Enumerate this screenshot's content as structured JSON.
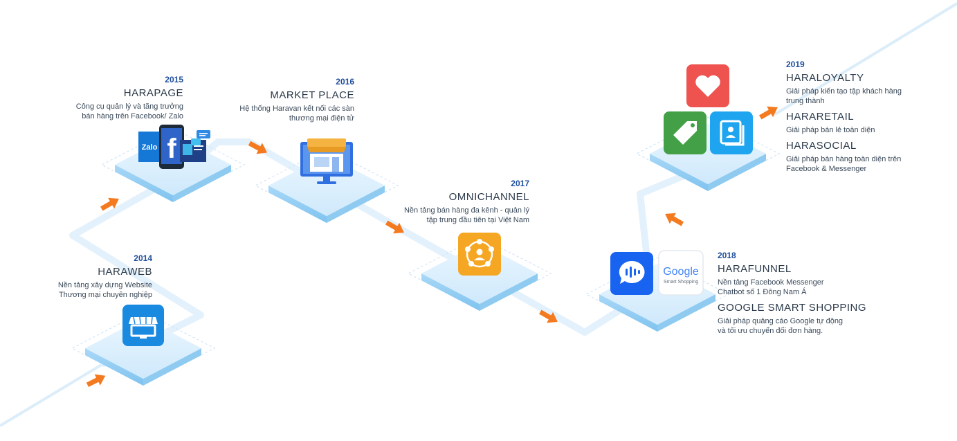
{
  "milestones": {
    "m2014": {
      "year": "2014",
      "products": [
        {
          "name": "HARAWEB",
          "desc": [
            "Nền tảng xây dựng Website",
            "Thương mại chuyên nghiệp"
          ]
        }
      ]
    },
    "m2015": {
      "year": "2015",
      "products": [
        {
          "name": "HARAPAGE",
          "desc": [
            "Công cụ quản lý và tăng trưởng",
            "bán hàng trên Facebook/ Zalo"
          ]
        }
      ]
    },
    "m2016": {
      "year": "2016",
      "products": [
        {
          "name": "MARKET PLACE",
          "desc": [
            "Hệ thống Haravan kết nối các sàn",
            "thương mại điện tử"
          ]
        }
      ]
    },
    "m2017": {
      "year": "2017",
      "products": [
        {
          "name": "OMNICHANNEL",
          "desc": [
            "Nền tảng bán hàng đa kênh - quản lý",
            "tập trung đầu tiên tại Việt Nam"
          ]
        }
      ]
    },
    "m2018": {
      "year": "2018",
      "products": [
        {
          "name": "HARAFUNNEL",
          "desc": [
            "Nền tảng Facebook Messenger",
            "Chatbot số 1 Đông Nam Á"
          ]
        },
        {
          "name": "GOOGLE SMART SHOPPING",
          "desc": [
            "Giải pháp quảng cáo Google tự động",
            "và tối ưu chuyển đổi đơn hàng."
          ]
        }
      ]
    },
    "m2019": {
      "year": "2019",
      "products": [
        {
          "name": "HARALOYALTY",
          "desc": [
            "Giải pháp kiến tạo tập khách hàng",
            "trung thành"
          ]
        },
        {
          "name": "HARARETAIL",
          "desc": [
            "Giải pháp bán lẻ toàn diện"
          ]
        },
        {
          "name": "HARASOCIAL",
          "desc": [
            "Giải pháp bán hàng toàn diện trên",
            "Facebook & Messenger"
          ]
        }
      ]
    }
  },
  "logos": {
    "zalo": "Zalo",
    "google": "Google",
    "smart_shopping": "Smart Shopping"
  },
  "icons": [
    "store-icon",
    "phone-facebook-icon",
    "store-monitor-icon",
    "omnichannel-icon",
    "chat-bubble-icon",
    "google-smart-shopping-icon",
    "heart-icon",
    "tag-icon",
    "contact-card-icon"
  ],
  "colors": {
    "year": "#1f4e9c",
    "arrow": "#f47a20",
    "platform": "#d6ecfb",
    "path": "#e3f1fc",
    "store_blue": "#1a8ae0",
    "omni_orange": "#f5a623",
    "heart_red": "#ef5350",
    "tag_green": "#43a047",
    "contact_blue": "#1fa5f0"
  }
}
